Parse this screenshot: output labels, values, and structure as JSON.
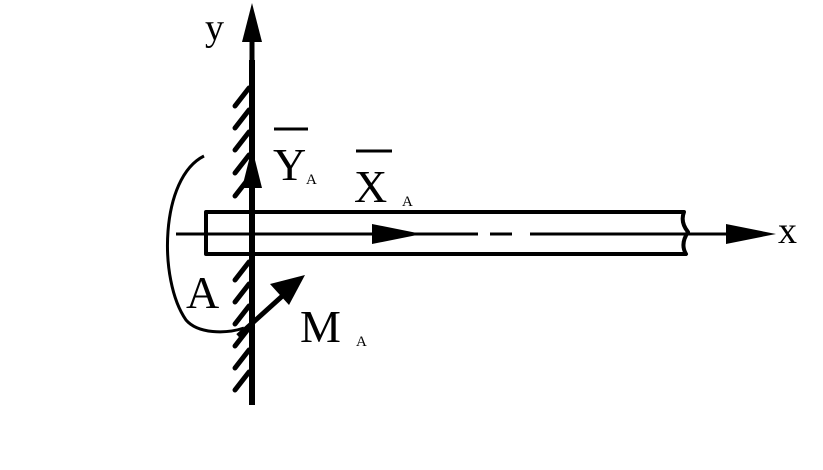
{
  "labels": {
    "y_axis": "y",
    "x_axis": "x",
    "point": "A",
    "force_y": {
      "main": "Y",
      "sub": "A"
    },
    "force_x": {
      "main": "X",
      "sub": "A"
    },
    "moment": {
      "main": "M",
      "sub": "A"
    }
  }
}
